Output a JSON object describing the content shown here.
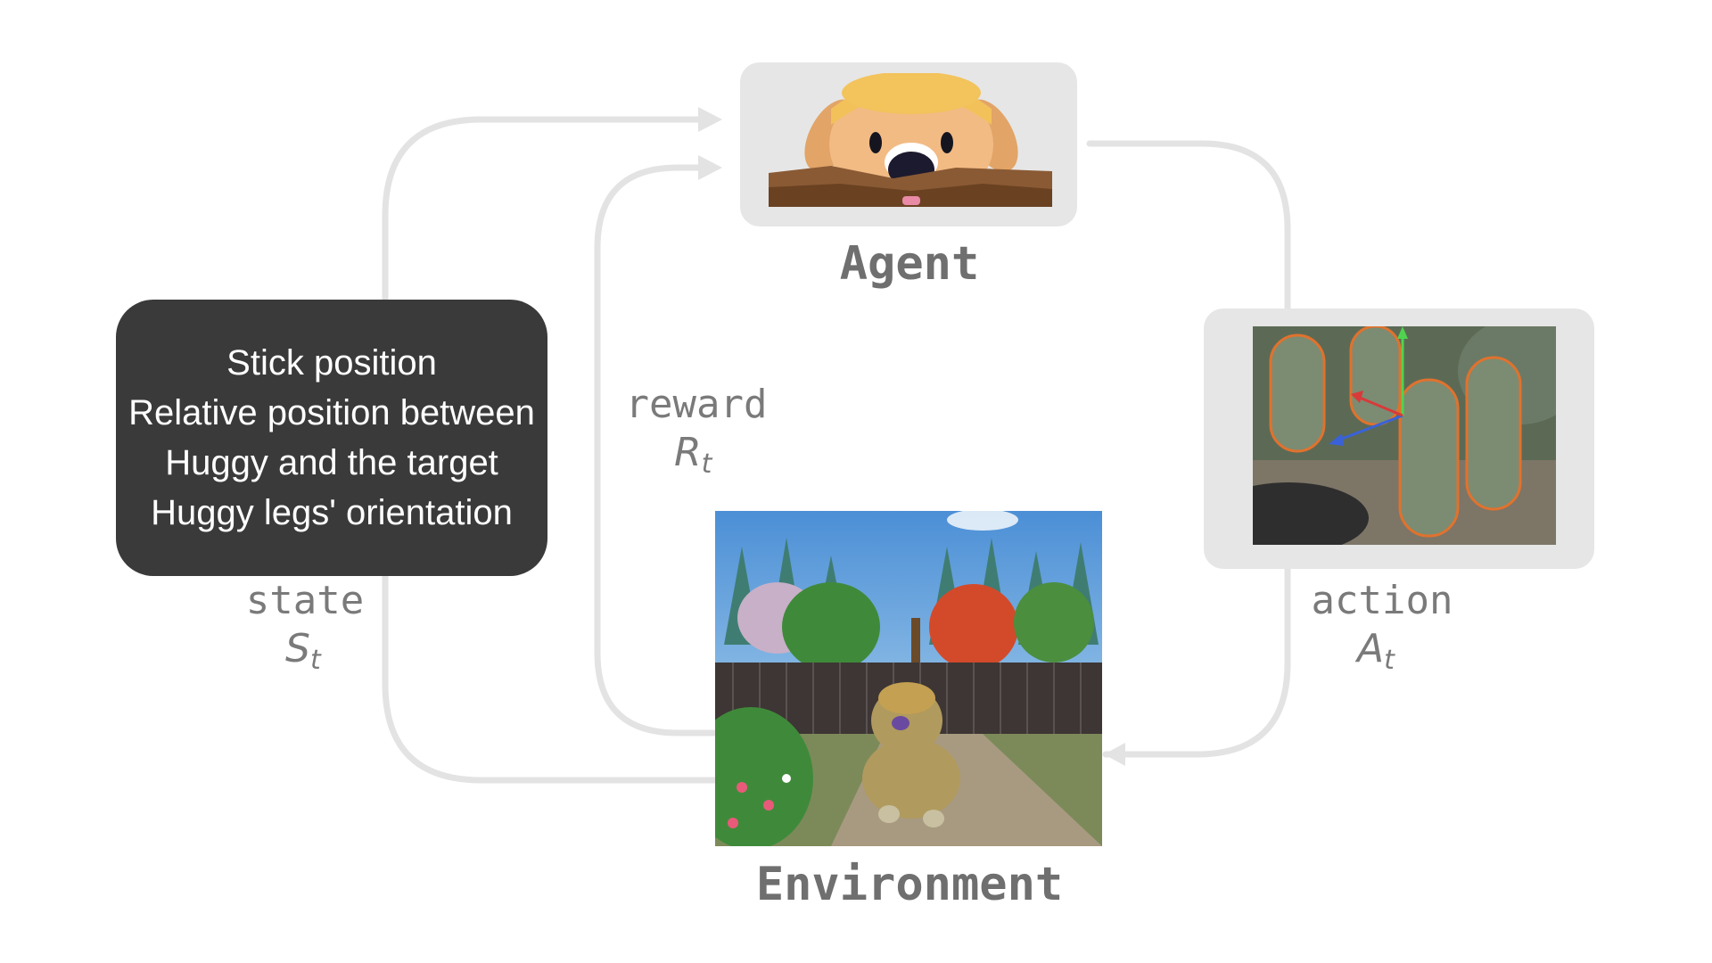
{
  "nodes": {
    "agent": {
      "label": "Agent"
    },
    "environment": {
      "label": "Environment"
    }
  },
  "edges": {
    "state": {
      "label": "state",
      "symbol": "S",
      "subscript": "t"
    },
    "reward": {
      "label": "reward",
      "symbol": "R",
      "subscript": "t"
    },
    "action": {
      "label": "action",
      "symbol": "A",
      "subscript": "t"
    }
  },
  "state_box": {
    "lines": [
      "Stick position",
      "Relative position between",
      "Huggy and the target",
      "Huggy legs' orientation"
    ]
  },
  "colors": {
    "arrow": "#e3e3e3",
    "panel": "#e6e6e6",
    "state_box_bg": "#3a3a3a",
    "state_box_text": "#ffffff",
    "label_text": "#7a7a7a"
  }
}
